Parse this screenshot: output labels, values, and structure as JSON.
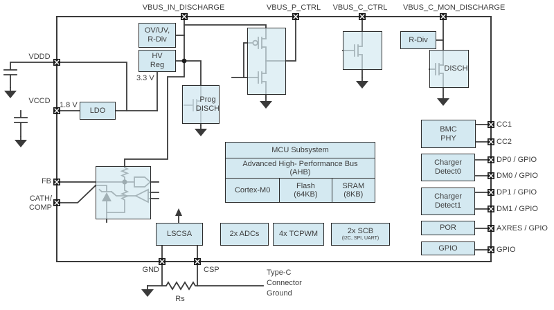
{
  "ports": {
    "vbus_in_discharge": "VBUS_IN_DISCHARGE",
    "vbus_p_ctrl": "VBUS_P_CTRL",
    "vbus_c_ctrl": "VBUS_C_CTRL",
    "vbus_c_mon_discharge": "VBUS_C_MON_DISCHARGE",
    "vddd": "VDDD",
    "vccd": "VCCD",
    "fb": "FB",
    "cath_line1": "CATH/",
    "cath_line2": "COMP",
    "gnd": "GND",
    "csp": "CSP",
    "cc1": "CC1",
    "cc2": "CC2",
    "dp0": "DP0 / GPIO",
    "dm0": "DM0 / GPIO",
    "dp1": "DP1 / GPIO",
    "dm1": "DM1 / GPIO",
    "axres": "AXRES / GPIO",
    "gpio": "GPIO"
  },
  "blocks": {
    "ovuv_line1": "OV/UV,",
    "ovuv_line2": "R-Div",
    "hvreg_line1": "HV",
    "hvreg_line2": "Reg",
    "ldo": "LDO",
    "prog_line1": "Prog",
    "prog_line2": "DISCH",
    "rdiv": "R-Div",
    "disch": "DISCH",
    "mcu_title": "MCU Subsystem",
    "ahb_line1": "Advanced High- Performance Bus",
    "ahb_line2": "(AHB)",
    "cortex": "Cortex-M0",
    "flash_line1": "Flash",
    "flash_line2": "(64KB)",
    "sram_line1": "SRAM",
    "sram_line2": "(8KB)",
    "lscsa": "LSCSA",
    "adcs": "2x ADCs",
    "tcpwm": "4x TCPWM",
    "scb_line1": "2x SCB",
    "scb_line2": "(I2C, SPI, UART)",
    "bmc_line1": "BMC",
    "bmc_line2": "PHY",
    "chg0_line1": "Charger",
    "chg0_line2": "Detect0",
    "chg1_line1": "Charger",
    "chg1_line2": "Detect1",
    "por": "POR",
    "gpio": "GPIO"
  },
  "annotations": {
    "v33": "3.3 V",
    "v18": "1.8 V",
    "rs": "Rs",
    "typec_line1": "Type-C",
    "typec_line2": "Connector",
    "typec_line3": "Ground"
  },
  "colors": {
    "block_fill": "#d4e9f1",
    "line": "#3a3a3a",
    "text": "#3d3d3d"
  }
}
